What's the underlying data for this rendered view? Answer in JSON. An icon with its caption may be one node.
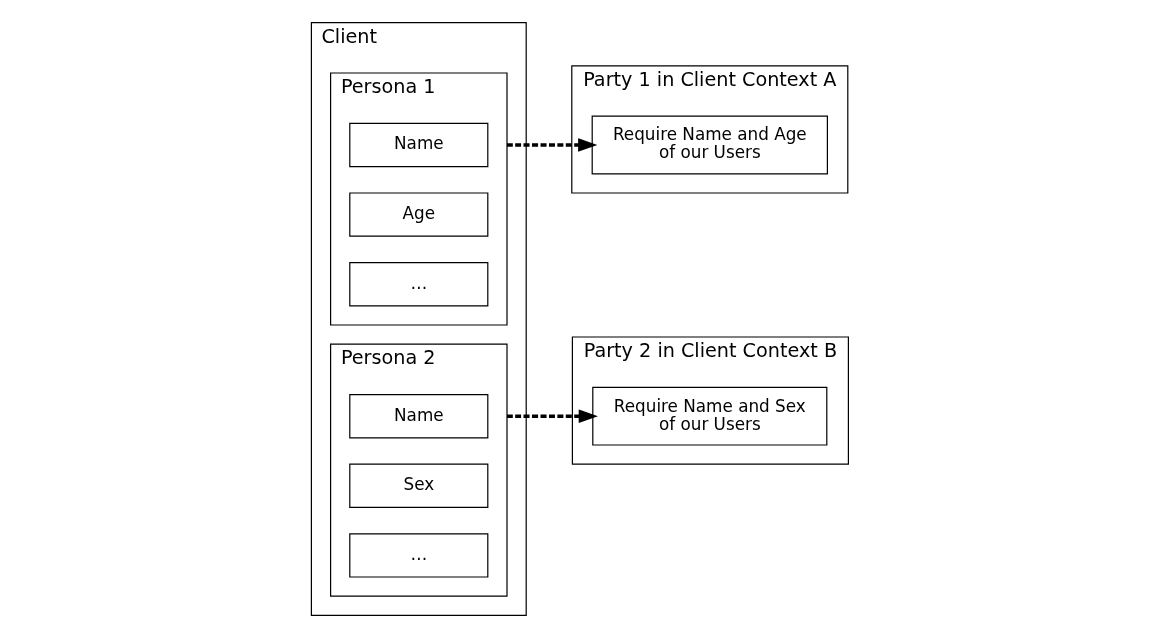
{
  "diagram": {
    "nodes": [
      {
        "text": [
          "Client"
        ]
      },
      {
        "text": [
          "Persona 1"
        ],
        "in": 0
      },
      {
        "text": [
          "Name"
        ],
        "in": 1
      },
      {
        "text": [
          "Age"
        ],
        "in": 1
      },
      {
        "text": [
          "…"
        ],
        "in": 1
      },
      {
        "text": [
          "Persona 2"
        ],
        "in": 0
      },
      {
        "text": [
          "Name"
        ],
        "in": 5
      },
      {
        "text": [
          "Sex"
        ],
        "in": 5
      },
      {
        "text": [
          "…"
        ],
        "in": 5
      },
      {
        "text": [
          "Party 1 in Client Context A"
        ]
      },
      {
        "text": [
          "Require Name and Age of our Users"
        ],
        "in": 9
      },
      {
        "text": [
          "Party 2 in Client Context B"
        ]
      },
      {
        "text": [
          "Require Name and Sex of our Users"
        ],
        "in": 11
      }
    ],
    "edges": [
      {
        "from": 1,
        "to": 10,
        "arrow": "to",
        "style": "dashed"
      },
      {
        "from": 5,
        "to": 12,
        "arrow": "to",
        "style": "dashed"
      }
    ]
  }
}
